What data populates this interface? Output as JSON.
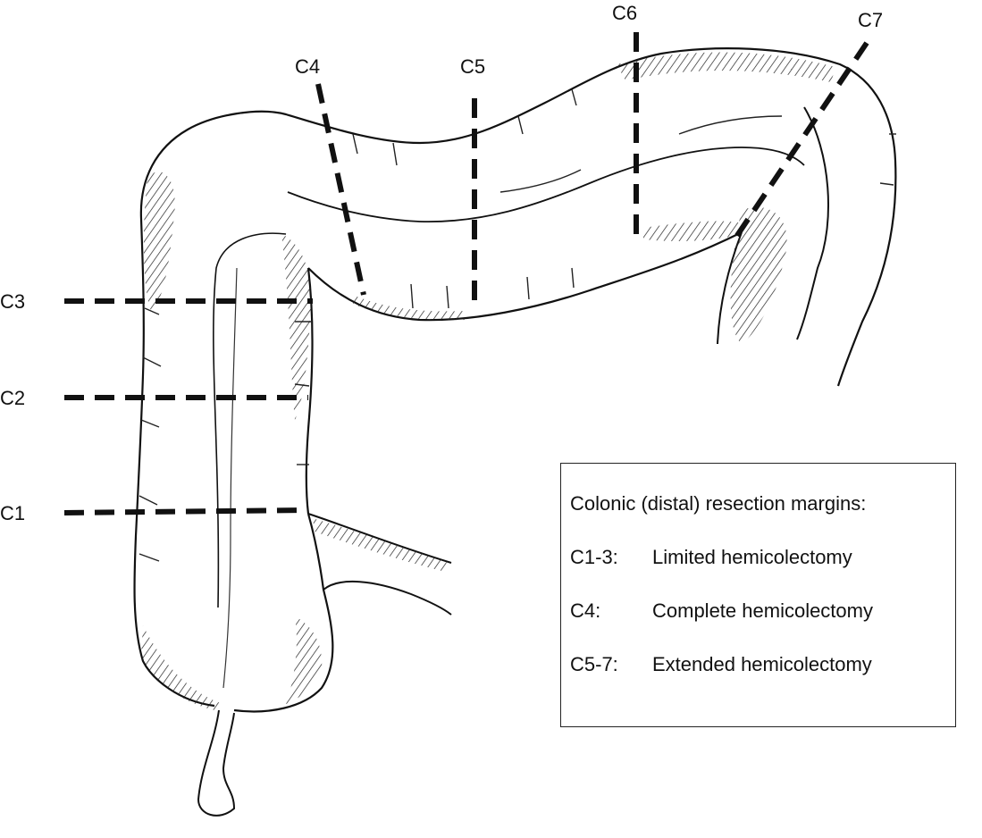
{
  "margins": {
    "c1": "C1",
    "c2": "C2",
    "c3": "C3",
    "c4": "C4",
    "c5": "C5",
    "c6": "C6",
    "c7": "C7"
  },
  "legend": {
    "title": "Colonic (distal) resection margins:",
    "items": [
      {
        "code": "C1-3:",
        "text": "Limited hemicolectomy"
      },
      {
        "code": "C4:",
        "text": "Complete hemicolectomy"
      },
      {
        "code": "C5-7:",
        "text": "Extended hemicolectomy"
      }
    ]
  },
  "colors": {
    "ink": "#111111",
    "background": "#ffffff"
  }
}
